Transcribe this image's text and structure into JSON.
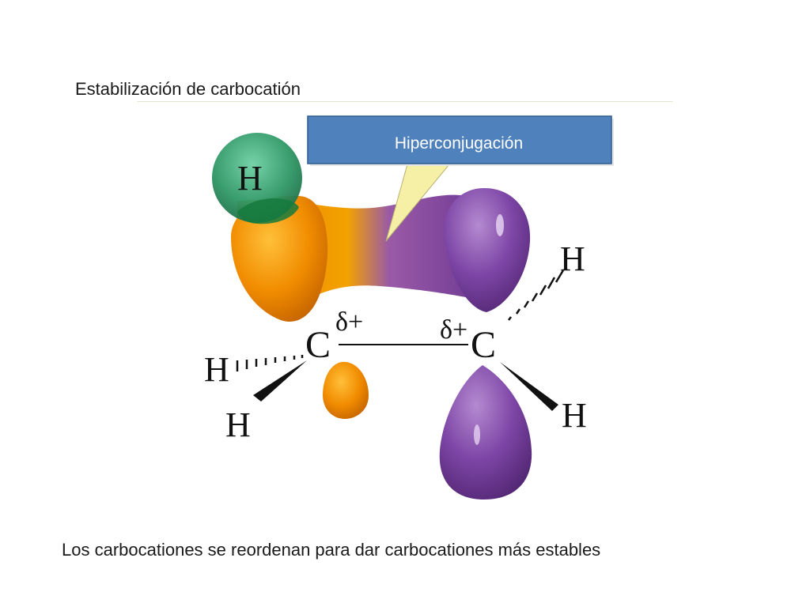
{
  "slide": {
    "title": "Estabilización de carbocatión",
    "footer": "Los carbocationes se reordenan para dar carbocationes más estables"
  },
  "callout": {
    "label": "Hiperconjugación",
    "fill_color": "#4f81bd",
    "pointer_color": "#f5f0a6"
  },
  "molecule": {
    "atoms": {
      "h_top_left": "H",
      "c_left": "C",
      "c_right": "C",
      "h_left": "H",
      "h_bottom_left": "H",
      "h_top_right": "H",
      "h_bottom_right": "H"
    },
    "charges": {
      "left": "δ+",
      "right": "δ+"
    },
    "colors": {
      "hydrogen_sphere": "#2e8b57",
      "orbital_orange": "#f08a00",
      "orbital_purple": "#7b3fa0"
    }
  }
}
